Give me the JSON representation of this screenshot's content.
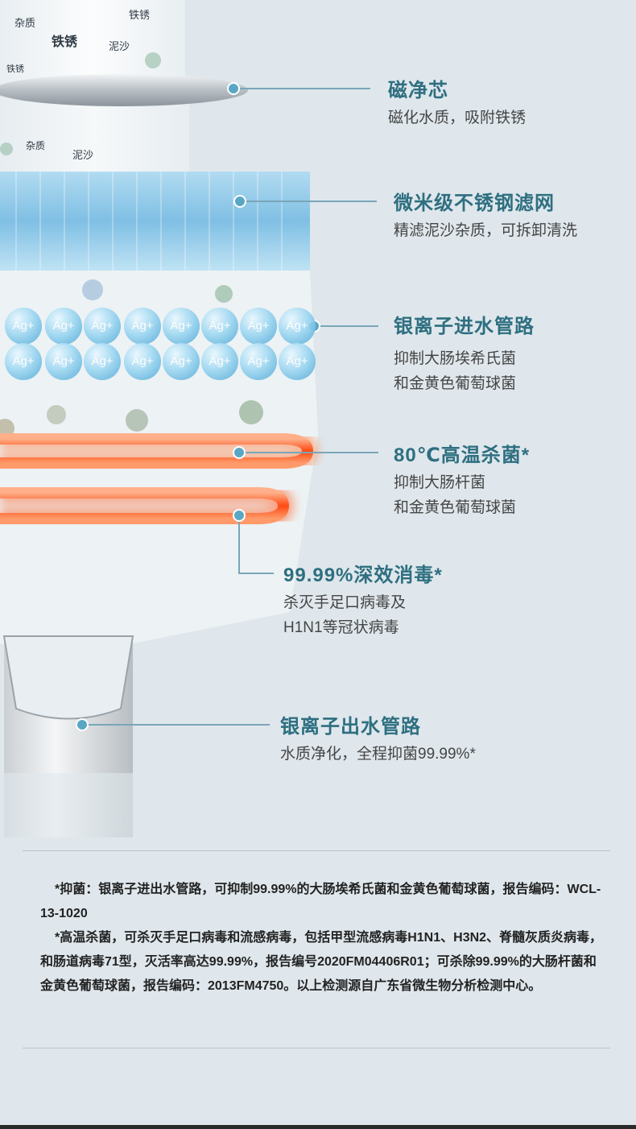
{
  "illustration": {
    "bubble_labels": [
      "杂质",
      "铁锈",
      "泥沙",
      "铁锈",
      "杂质",
      "泥沙"
    ],
    "ion_label": "Ag+"
  },
  "callouts": [
    {
      "title": "磁净芯",
      "lines": [
        "磁化水质，吸附铁锈"
      ]
    },
    {
      "title": "微米级不锈钢滤网",
      "lines": [
        "精滤泥沙杂质，可拆卸清洗"
      ]
    },
    {
      "title": "银离子进水管路",
      "lines": [
        "抑制大肠埃希氏菌",
        "和金黄色葡萄球菌"
      ]
    },
    {
      "title": "80℃高温杀菌*",
      "lines": [
        "抑制大肠杆菌",
        "和金黄色葡萄球菌"
      ]
    },
    {
      "title": "99.99%深效消毒*",
      "lines": [
        "杀灭手足口病毒及",
        "H1N1等冠状病毒"
      ]
    },
    {
      "title": "银离子出水管路",
      "lines": [
        "水质净化，全程抑菌99.99%*"
      ]
    }
  ],
  "footnotes": [
    "*抑菌：银离子进出水管路，可抑制99.99%的大肠埃希氏菌和金黄色葡萄球菌，报告编码：WCL-13-1020",
    "*高温杀菌，可杀灭手足口病毒和流感病毒，包括甲型流感病毒H1N1、H3N2、脊髓灰质炎病毒，和肠道病毒71型，灭活率高达99.99%，报告编号2020FM04406R01；可杀除99.99%的大肠杆菌和金黄色葡萄球菌，报告编码：2013FM4750。以上检测源自广东省微生物分析检测中心。"
  ],
  "colors": {
    "accent": "#2e6f80",
    "line": "#7aa6b8",
    "heat": "#ff5a1f",
    "background": "#dfe7ec"
  }
}
